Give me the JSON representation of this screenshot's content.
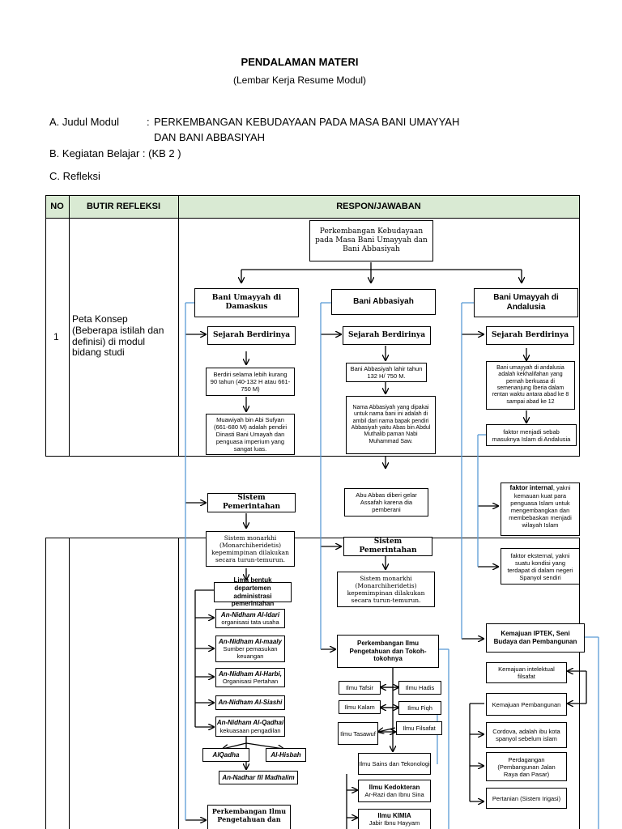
{
  "header": {
    "title": "PENDALAMAN MATERI",
    "subtitle": "(Lembar Kerja Resume Modul)"
  },
  "info": {
    "a_label": "A. Judul Modul",
    "a_colon": ":",
    "a_value_1": "PERKEMBANGAN KEBUDAYAAN PADA MASA BANI UMAYYAH",
    "a_value_2": "DAN  BANI ABBASIYAH",
    "b_text": "B. Kegiatan Belajar : (KB 2 )",
    "c_text": "C. Refleksi"
  },
  "table": {
    "header_bg": "#d9ead3",
    "col_no": "NO",
    "col_butir": "BUTIR REFLEKSI",
    "col_respon": "RESPON/JAWABAN",
    "row1_no": "1",
    "row1_butir": "Peta Konsep (Beberapa istilah dan definisi) di modul bidang studi"
  },
  "map": {
    "connector_blue": "#5b9bd5",
    "root": "Perkembangan Kebudayaan pada Masa Bani Umayyah dan Bani Abbasiyah",
    "col1": {
      "title": "Bani Umayyah di Damaskus",
      "sejarah": "Sejarah Berdirinya",
      "fact1": "Berdiri selama lebih kurang 90 tahun (40-132 H atau 661-750 M)",
      "fact2": "Muawiyah bin Abi Sufyan (661-680 M) adalah pendiri Dinasti Bani Umayah dan penguasa imperium yang sangat luas.",
      "sistem": "Sistem Pemerintahan",
      "monarki": "Sistem monarkhi (Monarchiheridetis) kepemimpinan dilakukan secara turun-temurun.",
      "lima": "Lima bentuk departemen administrasi pemerintahan",
      "dept1_t": "An-Nidham Al-Idari",
      "dept1_d": "organisasi tata usaha",
      "dept2_t": "An-Nidham Al-maaly",
      "dept2_d": "Sumber pemasukan keuangan",
      "dept3_t": "An-Nidham Al-Harbi,",
      "dept3_d": "Organisasi Pertahan",
      "dept4_t": "An-Nidham Al-Siashi",
      "dept5_t": "An-Nidham Al-Qadhai",
      "dept5_d": "kekuasaan pengadilan",
      "alqadha": "AlQadha",
      "alhisbah": "Al-Hisbah",
      "madhalim": "An-Nadhar fil Madhalim",
      "ilmu": "Perkembangan Ilmu Pengetahuan dan"
    },
    "col2": {
      "title": "Bani Abbasiyah",
      "sejarah": "Sejarah Berdirinya",
      "fact1": "Bani Abbasiyah lahir tahun 132 H/ 750 M.",
      "fact2": "Nama Abbasiyah yang dipakai untuk nama bani ini adalah di ambil dari nama bapak pendiri Abbasiyah yaitu Abas bin Abdul Muthalib paman Nabi Muhammad Saw.",
      "fact3": "Abu Abbas diberi gelar Assafah karena dia pemberani",
      "sistem": "Sistem Pemerintahan",
      "monarki": "Sistem monarkhi (Monarchiheridetis) kepemimpinan dilakukan secara turun-temurun.",
      "ilmu": "Perkembangan Ilmu Pengetahuan dan Tokoh-tokohnya",
      "tafsir": "Ilmu Tafsir",
      "hadis": "Ilmu Hadis",
      "kalam": "Ilmu Kalam",
      "fiqh": "Ilmu Fiqh",
      "tasawuf": "Ilmu Tasawuf",
      "filsafat": "Ilmu Filsafat",
      "sains": "Ilmu Sains dan Tekonologi",
      "kedokteran_t": "Ilmu Kedokteran",
      "kedokteran_d": "Ar-Razi dan Ibnu Sina",
      "kimia_t": "Ilmu KIMIA",
      "kimia_d": "Jabir Ibnu Hayyam"
    },
    "col3": {
      "title": "Bani Umayyah di Andalusia",
      "sejarah": "Sejarah Berdirinya",
      "fact1": "Bani umayyah di andalusia adalah kekhalifahan yang pernah berkuasa di semenanjung Iberia dalam rentan waktu antara abad ke 8 sampai abad ke 12",
      "faktor": "faktor menjadi sebab masuknya Islam di Andalusia",
      "internal_t": "faktor internal",
      "internal_d": ", yakni kemauan kuat para penguasa Islam untuk mengembangkan dan membebaskan menjadi wilayah Islam",
      "eksternal": "faktor eksternal, yakni suatu kondisi yang terdapat di dalam negeri Spanyol sendiri",
      "kemajuan": "Kemajuan IPTEK, Seni Budaya dan Pembangunan",
      "intelektual": "Kemajuan intelektual filsafat",
      "pembangunan": "Kemajuan Pembangunan",
      "cordova": "Cordova, adalah ibu kota spanyol sebelum islam",
      "perdagangan": "Perdagangan (Pembangunan Jalan Raya dan Pasar)",
      "pertanian": "Pertanian (Sistem Irigasi)"
    }
  }
}
